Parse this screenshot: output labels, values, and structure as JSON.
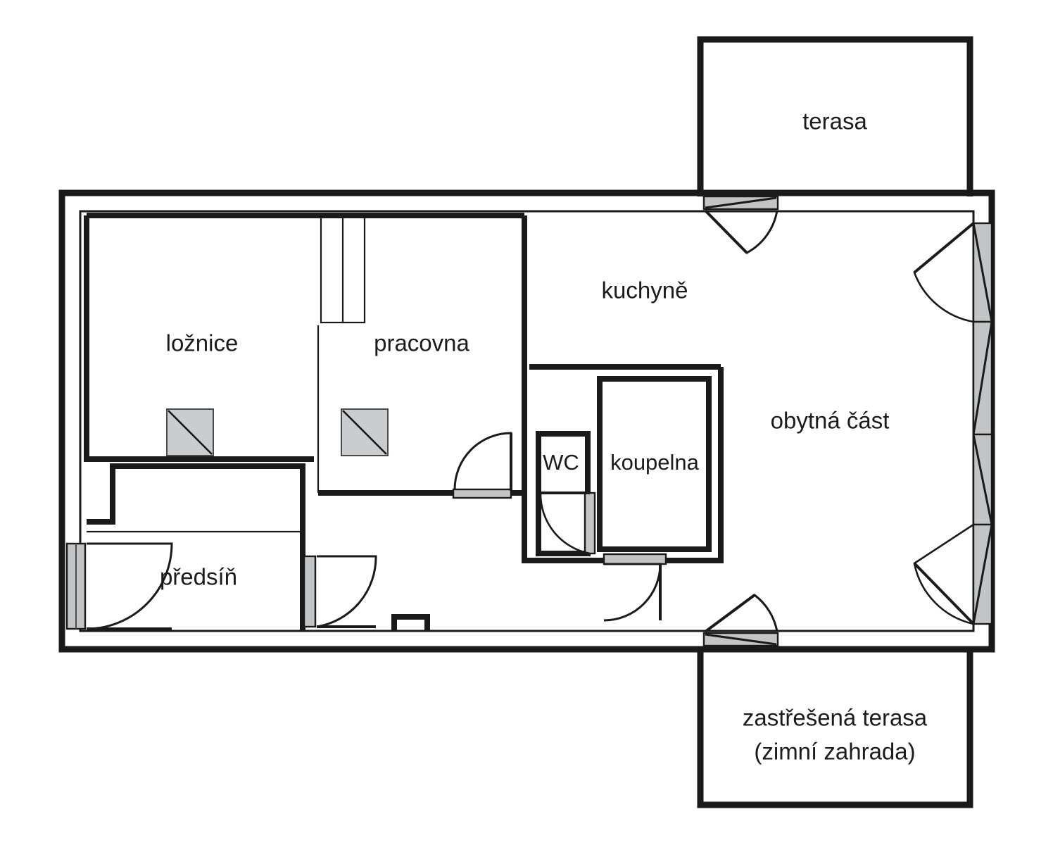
{
  "document": {
    "kind": "floor-plan",
    "language": "cs",
    "background_color": "#ffffff",
    "line_color": "#1a1a1a",
    "glass_fill": "#c2c4c6"
  },
  "rooms": [
    {
      "id": "terasa",
      "label": "terasa",
      "type": "outdoor-terrace"
    },
    {
      "id": "loznice",
      "label": "ložnice",
      "type": "bedroom"
    },
    {
      "id": "pracovna",
      "label": "pracovna",
      "type": "study"
    },
    {
      "id": "kuchyne",
      "label": "kuchyně",
      "type": "kitchen"
    },
    {
      "id": "obytna-cast",
      "label": "obytná část",
      "type": "living-area"
    },
    {
      "id": "wc",
      "label": "WC",
      "type": "toilet"
    },
    {
      "id": "koupelna",
      "label": "koupelna",
      "type": "bathroom"
    },
    {
      "id": "predsin",
      "label": "předsíň",
      "type": "entry-hall"
    },
    {
      "id": "zastresena-terasa",
      "label": "zastřešená terasa",
      "type": "covered-terrace"
    },
    {
      "id": "zimni-zahrada",
      "label": "(zimní zahrada)",
      "type": "winter-garden"
    }
  ],
  "labels": {
    "terasa": "terasa",
    "loznice": "ložnice",
    "pracovna": "pracovna",
    "kuchyne": "kuchyně",
    "obytna_cast": "obytná část",
    "wc": "WC",
    "koupelna": "koupelna",
    "predsin": "předsíň",
    "covered_terrace_line1": "zastřešená terasa",
    "covered_terrace_line2": "(zimní zahrada)"
  },
  "openings": [
    {
      "id": "entry-door",
      "kind": "door",
      "room": "predsin",
      "wall": "west",
      "swing": "inward"
    },
    {
      "id": "hall-door",
      "kind": "door",
      "room": "predsin",
      "wall": "east",
      "swing": "inward"
    },
    {
      "id": "study-door",
      "kind": "door",
      "room": "pracovna",
      "wall": "south",
      "swing": "inward"
    },
    {
      "id": "wc-door",
      "kind": "door",
      "room": "wc",
      "wall": "east",
      "swing": "inward"
    },
    {
      "id": "bathroom-door",
      "kind": "door",
      "room": "koupelna",
      "wall": "south",
      "swing": "outward"
    },
    {
      "id": "kitchen-terrace-door",
      "kind": "door",
      "room": "kuchyne",
      "wall": "north",
      "swing": "inward"
    },
    {
      "id": "living-terrace-door",
      "kind": "door",
      "room": "obytna-cast",
      "wall": "south",
      "swing": "inward"
    },
    {
      "id": "living-glass-door-top",
      "kind": "glass-door",
      "room": "obytna-cast",
      "wall": "east",
      "swing": "inward"
    },
    {
      "id": "living-window-upper",
      "kind": "window",
      "room": "obytna-cast",
      "wall": "east",
      "swing": "tilt"
    },
    {
      "id": "living-window-lower",
      "kind": "window",
      "room": "obytna-cast",
      "wall": "east",
      "swing": "tilt"
    },
    {
      "id": "living-glass-door-bottom",
      "kind": "glass-door",
      "room": "obytna-cast",
      "wall": "east",
      "swing": "inward"
    },
    {
      "id": "study-wardrobe",
      "kind": "built-in-wardrobe",
      "room": "pracovna",
      "wall": "north"
    }
  ],
  "fixtures": [
    {
      "id": "loznice-radiator",
      "kind": "heating-unit",
      "room": "loznice"
    },
    {
      "id": "pracovna-radiator",
      "kind": "heating-unit",
      "room": "pracovna"
    }
  ],
  "watermark": {
    "text": ""
  }
}
